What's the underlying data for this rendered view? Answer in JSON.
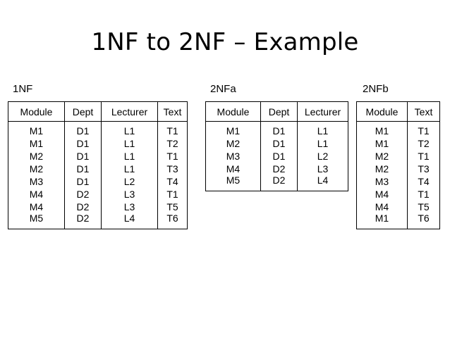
{
  "title": "1NF to 2NF – Example",
  "tables": [
    {
      "label": "1NF",
      "columns": [
        "Module",
        "Dept",
        "Lecturer",
        "Text"
      ],
      "rows": [
        [
          "M1",
          "D1",
          "L1",
          "T1"
        ],
        [
          "M1",
          "D1",
          "L1",
          "T2"
        ],
        [
          "M2",
          "D1",
          "L1",
          "T1"
        ],
        [
          "M2",
          "D1",
          "L1",
          "T3"
        ],
        [
          "M3",
          "D1",
          "L2",
          "T4"
        ],
        [
          "M4",
          "D2",
          "L3",
          "T1"
        ],
        [
          "M4",
          "D2",
          "L3",
          "T5"
        ],
        [
          "M5",
          "D2",
          "L4",
          "T6"
        ]
      ]
    },
    {
      "label": "2NFa",
      "columns": [
        "Module",
        "Dept",
        "Lecturer"
      ],
      "rows": [
        [
          "M1",
          "D1",
          "L1"
        ],
        [
          "M2",
          "D1",
          "L1"
        ],
        [
          "M3",
          "D1",
          "L2"
        ],
        [
          "M4",
          "D2",
          "L3"
        ],
        [
          "M5",
          "D2",
          "L4"
        ]
      ]
    },
    {
      "label": "2NFb",
      "columns": [
        "Module",
        "Text"
      ],
      "rows": [
        [
          "M1",
          "T1"
        ],
        [
          "M1",
          "T2"
        ],
        [
          "M2",
          "T1"
        ],
        [
          "M2",
          "T3"
        ],
        [
          "M3",
          "T4"
        ],
        [
          "M4",
          "T1"
        ],
        [
          "M4",
          "T5"
        ],
        [
          "M1",
          "T6"
        ]
      ]
    }
  ]
}
